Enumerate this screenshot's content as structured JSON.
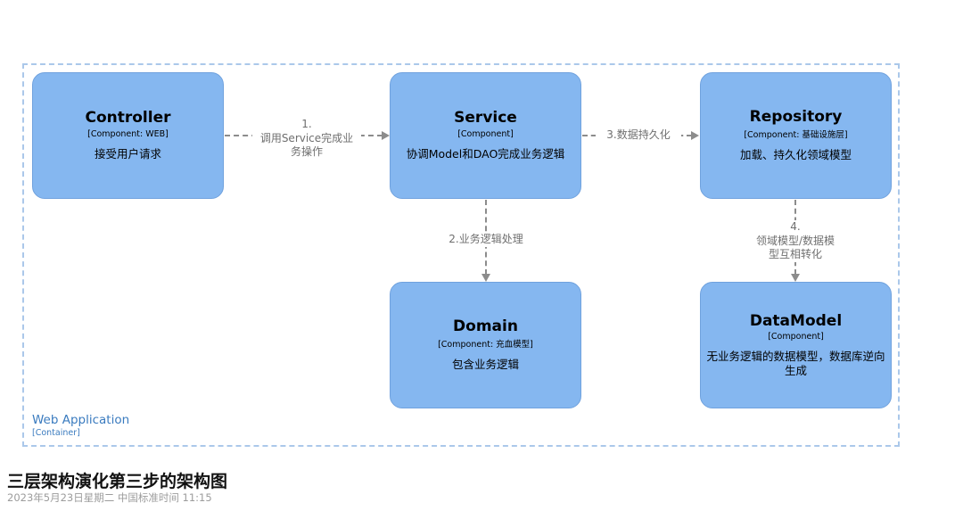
{
  "diagram": {
    "boundary": {
      "label": "Web Application",
      "type_label": "[Container]"
    },
    "nodes": [
      {
        "id": "controller",
        "title": "Controller",
        "meta": "[Component: WEB]",
        "desc": "接受用户请求"
      },
      {
        "id": "service",
        "title": "Service",
        "meta": "[Component]",
        "desc": "协调Model和DAO完成业务逻辑"
      },
      {
        "id": "repository",
        "title": "Repository",
        "meta": "[Component: 基础设施层]",
        "desc": "加载、持久化领域模型"
      },
      {
        "id": "domain",
        "title": "Domain",
        "meta": "[Component: 充血模型]",
        "desc": "包含业务逻辑"
      },
      {
        "id": "datamodel",
        "title": "DataModel",
        "meta": "[Component]",
        "desc": "无业务逻辑的数据模型，数据库逆向生成"
      }
    ],
    "edges": [
      {
        "id": "controller-to-service",
        "direction": "right",
        "lines": [
          "1.",
          "调用Service完成业",
          "务操作"
        ]
      },
      {
        "id": "service-to-domain",
        "direction": "down",
        "lines": [
          "2.业务逻辑处理"
        ]
      },
      {
        "id": "service-to-repository",
        "direction": "right",
        "lines": [
          "3.数据持久化"
        ]
      },
      {
        "id": "repository-to-datamodel",
        "direction": "down",
        "lines": [
          "4.",
          "领域模型/数据模",
          "型互相转化"
        ]
      }
    ]
  },
  "footer": {
    "title": "三层架构演化第三步的架构图",
    "timestamp": "2023年5月23日星期二 中国标准时间 11:15"
  },
  "colors": {
    "node_fill": "#85b7f0",
    "node_border": "#70a2de",
    "boundary_border": "#abc8ea",
    "boundary_text": "#3a7bbf",
    "arrow": "#8c8c8c",
    "edge_text": "#6f6f6f",
    "title_text": "#111111",
    "timestamp_text": "#9c9c9c"
  }
}
